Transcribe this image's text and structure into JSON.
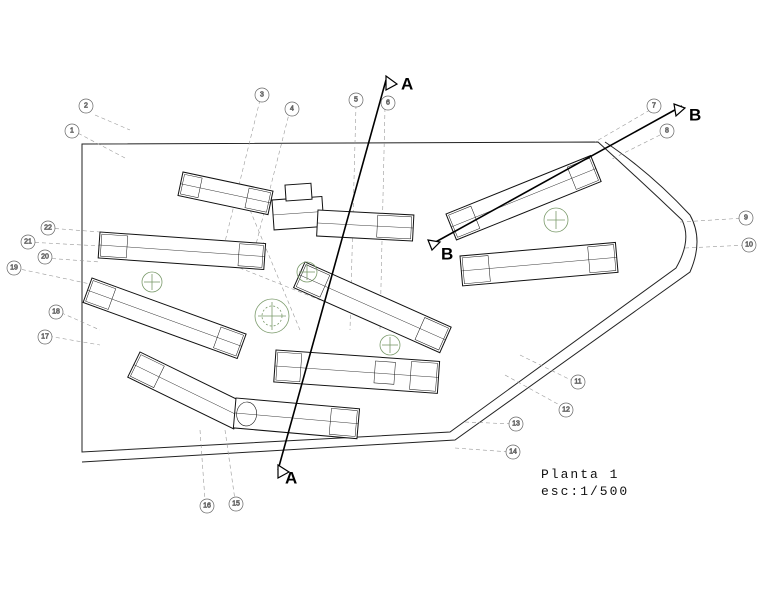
{
  "drawing": {
    "title": "Planta 1",
    "scale": "esc:1/500"
  },
  "section_cuts": [
    {
      "name": "A"
    },
    {
      "name": "B"
    }
  ],
  "grid_bubbles": [
    "1",
    "2",
    "3",
    "4",
    "5",
    "6",
    "7",
    "8",
    "9",
    "10",
    "11",
    "12",
    "13",
    "14",
    "15",
    "16",
    "17",
    "18",
    "19",
    "20",
    "21",
    "22"
  ],
  "colors": {
    "lines": "#000000",
    "grid": "#888888",
    "trees": "#7a9a6a"
  }
}
